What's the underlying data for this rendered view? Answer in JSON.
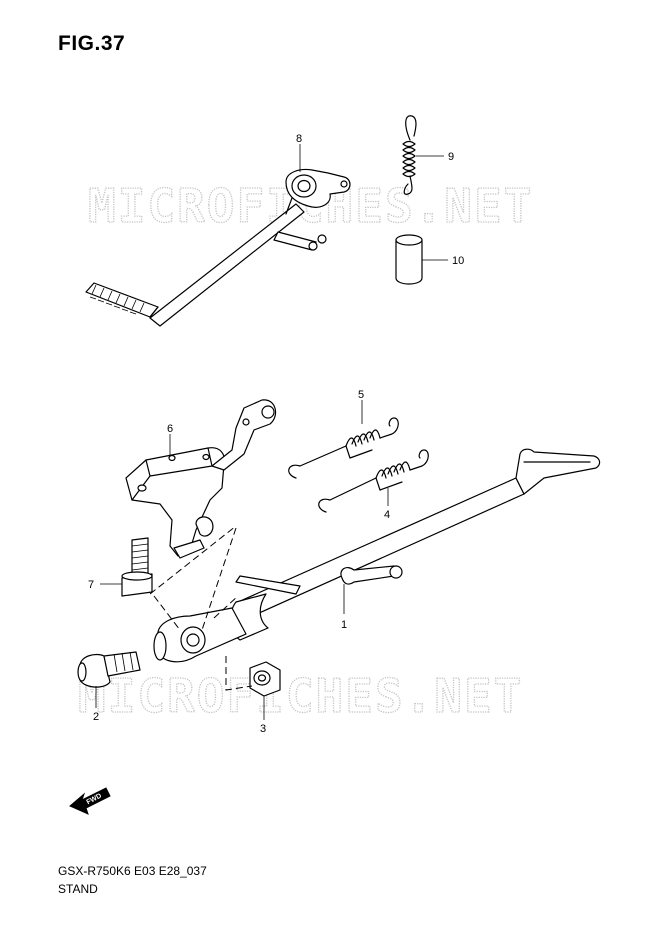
{
  "figure": {
    "title": "FIG.37"
  },
  "watermark": {
    "text": "MICROFICHES.NET"
  },
  "callouts": [
    "1",
    "2",
    "3",
    "4",
    "5",
    "6",
    "7",
    "8",
    "9",
    "10"
  ],
  "footer": {
    "model_code": "GSX-R750K6 E03 E28_037",
    "name": "STAND"
  },
  "fwd_badge": {
    "text": "FWD"
  }
}
